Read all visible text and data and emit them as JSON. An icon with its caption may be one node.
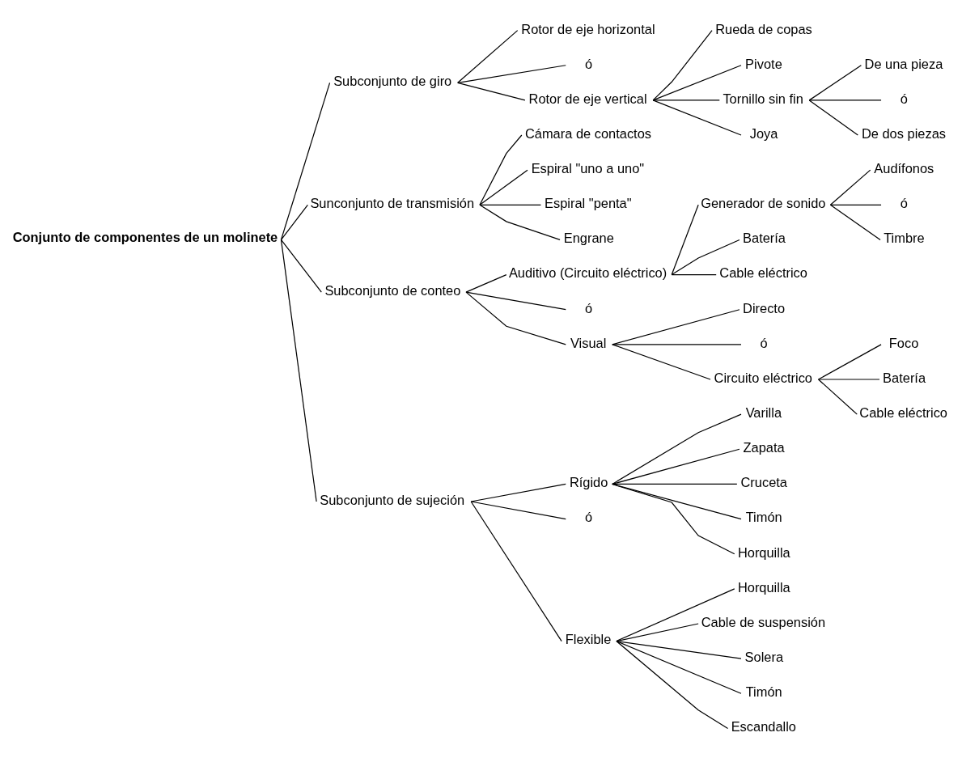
{
  "diagram": {
    "nodes": [
      {
        "text": [
          "Conjunto de componentes de un molinete"
        ]
      },
      {
        "text": [
          "Subconjunto de giro"
        ]
      },
      {
        "text": [
          "Rotor de eje horizontal"
        ]
      },
      {
        "text": [
          "ó"
        ]
      },
      {
        "text": [
          "Rotor de eje vertical"
        ]
      },
      {
        "text": [
          "Rueda de copas"
        ]
      },
      {
        "text": [
          "Pivote"
        ]
      },
      {
        "text": [
          "Tornillo sin fin"
        ]
      },
      {
        "text": [
          "Joya"
        ]
      },
      {
        "text": [
          "De una pieza"
        ]
      },
      {
        "text": [
          "ó"
        ]
      },
      {
        "text": [
          "De dos piezas"
        ]
      },
      {
        "text": [
          "Sunconjunto de transmisión"
        ]
      },
      {
        "text": [
          "Cámara de contactos"
        ]
      },
      {
        "text": [
          "Espiral \"uno a uno\""
        ]
      },
      {
        "text": [
          "Espiral \"penta\""
        ]
      },
      {
        "text": [
          "Engrane"
        ]
      },
      {
        "text": [
          "Subconjunto de conteo"
        ]
      },
      {
        "text": [
          "Auditivo (Circuito eléctrico)"
        ]
      },
      {
        "text": [
          "Generador de sonido"
        ]
      },
      {
        "text": [
          "Batería"
        ]
      },
      {
        "text": [
          "Cable eléctrico"
        ]
      },
      {
        "text": [
          "Audífonos"
        ]
      },
      {
        "text": [
          "ó"
        ]
      },
      {
        "text": [
          "Timbre"
        ]
      },
      {
        "text": [
          "ó"
        ]
      },
      {
        "text": [
          "Visual"
        ]
      },
      {
        "text": [
          "Directo"
        ]
      },
      {
        "text": [
          "ó"
        ]
      },
      {
        "text": [
          "Circuito eléctrico"
        ]
      },
      {
        "text": [
          "Foco"
        ]
      },
      {
        "text": [
          "Batería"
        ]
      },
      {
        "text": [
          "Cable eléctrico"
        ]
      },
      {
        "text": [
          "Subconjunto de sujeción"
        ]
      },
      {
        "text": [
          "Rígido"
        ]
      },
      {
        "text": [
          "Varilla"
        ]
      },
      {
        "text": [
          "Zapata"
        ]
      },
      {
        "text": [
          "Cruceta"
        ]
      },
      {
        "text": [
          "Timón"
        ]
      },
      {
        "text": [
          "Horquilla"
        ]
      },
      {
        "text": [
          "ó"
        ]
      },
      {
        "text": [
          "Flexible"
        ]
      },
      {
        "text": [
          "Horquilla"
        ]
      },
      {
        "text": [
          "Cable de suspensión"
        ]
      },
      {
        "text": [
          "Solera"
        ]
      },
      {
        "text": [
          "Timón"
        ]
      },
      {
        "text": [
          "Escandallo"
        ]
      }
    ],
    "edges": [
      {
        "from": 0,
        "to": 1,
        "arrow": "none"
      },
      {
        "from": 0,
        "to": 12,
        "arrow": "none"
      },
      {
        "from": 0,
        "to": 17,
        "arrow": "none"
      },
      {
        "from": 0,
        "to": 33,
        "arrow": "none"
      },
      {
        "from": 1,
        "to": 2,
        "arrow": "none"
      },
      {
        "from": 1,
        "to": 3,
        "arrow": "none"
      },
      {
        "from": 1,
        "to": 4,
        "arrow": "none"
      },
      {
        "from": 4,
        "to": 5,
        "arrow": "none"
      },
      {
        "from": 4,
        "to": 6,
        "arrow": "none"
      },
      {
        "from": 4,
        "to": 7,
        "arrow": "none"
      },
      {
        "from": 4,
        "to": 8,
        "arrow": "none"
      },
      {
        "from": 7,
        "to": 9,
        "arrow": "none"
      },
      {
        "from": 7,
        "to": 10,
        "arrow": "none"
      },
      {
        "from": 7,
        "to": 11,
        "arrow": "none"
      },
      {
        "from": 12,
        "to": 13,
        "arrow": "none"
      },
      {
        "from": 12,
        "to": 14,
        "arrow": "none"
      },
      {
        "from": 12,
        "to": 15,
        "arrow": "none"
      },
      {
        "from": 12,
        "to": 16,
        "arrow": "none"
      },
      {
        "from": 17,
        "to": 18,
        "arrow": "none"
      },
      {
        "from": 17,
        "to": 25,
        "arrow": "none"
      },
      {
        "from": 17,
        "to": 26,
        "arrow": "none"
      },
      {
        "from": 18,
        "to": 19,
        "arrow": "none"
      },
      {
        "from": 18,
        "to": 20,
        "arrow": "none"
      },
      {
        "from": 18,
        "to": 21,
        "arrow": "none"
      },
      {
        "from": 19,
        "to": 22,
        "arrow": "none"
      },
      {
        "from": 19,
        "to": 23,
        "arrow": "none"
      },
      {
        "from": 19,
        "to": 24,
        "arrow": "none"
      },
      {
        "from": 26,
        "to": 27,
        "arrow": "none"
      },
      {
        "from": 26,
        "to": 28,
        "arrow": "none"
      },
      {
        "from": 26,
        "to": 29,
        "arrow": "none"
      },
      {
        "from": 29,
        "to": 30,
        "arrow": "none"
      },
      {
        "from": 29,
        "to": 31,
        "arrow": "none"
      },
      {
        "from": 29,
        "to": 32,
        "arrow": "none"
      },
      {
        "from": 33,
        "to": 34,
        "arrow": "none"
      },
      {
        "from": 33,
        "to": 40,
        "arrow": "none"
      },
      {
        "from": 33,
        "to": 41,
        "arrow": "none"
      },
      {
        "from": 34,
        "to": 35,
        "arrow": "none"
      },
      {
        "from": 34,
        "to": 36,
        "arrow": "none"
      },
      {
        "from": 34,
        "to": 37,
        "arrow": "none"
      },
      {
        "from": 34,
        "to": 38,
        "arrow": "none"
      },
      {
        "from": 34,
        "to": 39,
        "arrow": "none"
      },
      {
        "from": 41,
        "to": 42,
        "arrow": "none"
      },
      {
        "from": 41,
        "to": 43,
        "arrow": "none"
      },
      {
        "from": 41,
        "to": 44,
        "arrow": "none"
      },
      {
        "from": 41,
        "to": 45,
        "arrow": "none"
      },
      {
        "from": 41,
        "to": 46,
        "arrow": "none"
      }
    ]
  }
}
